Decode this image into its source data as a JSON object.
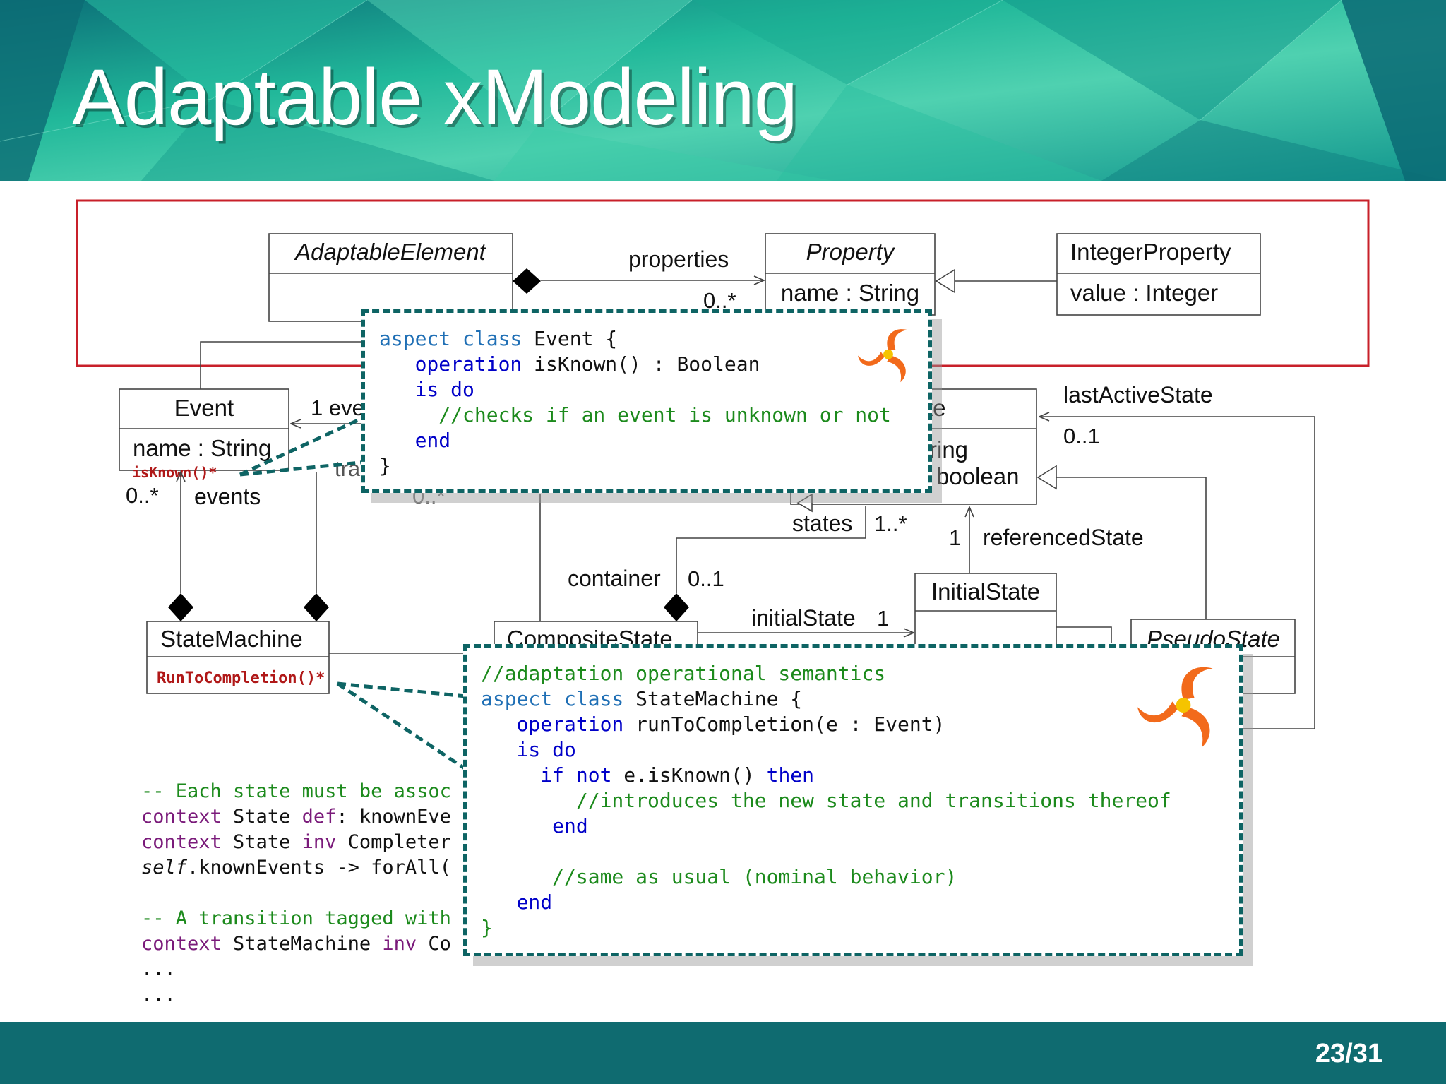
{
  "slide": {
    "title": "Adaptable xModeling",
    "page_number": "23/31"
  },
  "diagram": {
    "classes": {
      "adaptable_element": {
        "name": "AdaptableElement"
      },
      "property": {
        "name": "Property",
        "attribute": "name : String"
      },
      "integer_property": {
        "name": "IntegerProperty",
        "attribute": "value : Integer"
      },
      "event": {
        "name": "Event",
        "attribute": "name : String",
        "operation": "isKnown()*"
      },
      "state_machine": {
        "name": "StateMachine",
        "operation": "RunToCompletion()*"
      },
      "state_partial": {
        "name": "te",
        "attr1": "ring",
        "attr2": "boolean"
      },
      "composite_state": {
        "name": "CompositeState"
      },
      "initial_state": {
        "name": "InitialState"
      },
      "pseudo_state": {
        "name": "PseudoState"
      }
    },
    "labels": {
      "properties": "properties",
      "properties_mult": "0..*",
      "event_assoc": "1 eve",
      "event_mult": "0..*",
      "events": "events",
      "tra": "tra",
      "hidden_mult": "0..*",
      "last_active_state": "lastActiveState",
      "last_active_mult": "0..1",
      "states": "states",
      "states_mult": "1..*",
      "referenced_mult": "1",
      "referenced_state": "referencedState",
      "container": "container",
      "container_mult": "0..1",
      "initial_state_role": "initialState",
      "initial_state_mult": "1"
    }
  },
  "code_event": {
    "lines": [
      [
        [
          "aspect class",
          "kw2"
        ],
        [
          " Event {",
          "tx"
        ]
      ],
      [
        [
          "   operation",
          "kw"
        ],
        [
          " isKnown() : Boolean",
          "tx"
        ]
      ],
      [
        [
          "   is do",
          "kw"
        ]
      ],
      [
        [
          "     //checks if an event is unknown or not",
          "cm"
        ]
      ],
      [
        [
          "   end",
          "kw"
        ]
      ],
      [
        [
          "}",
          "tx"
        ]
      ]
    ]
  },
  "code_state_machine": {
    "lines": [
      [
        [
          "//adaptation operational semantics",
          "cm"
        ]
      ],
      [
        [
          "aspect class",
          "kw2"
        ],
        [
          " StateMachine {",
          "tx"
        ]
      ],
      [
        [
          "   operation",
          "kw"
        ],
        [
          " runToCompletion(e : Event)",
          "tx"
        ]
      ],
      [
        [
          "   is do",
          "kw"
        ]
      ],
      [
        [
          "     if not",
          "kw"
        ],
        [
          " e.isKnown() ",
          "tx"
        ],
        [
          "then",
          "kw"
        ]
      ],
      [
        [
          "        //introduces the new state and transitions thereof",
          "cm"
        ]
      ],
      [
        [
          "      end",
          "kw"
        ]
      ],
      [
        [
          "",
          "tx"
        ]
      ],
      [
        [
          "      //same as usual (nominal behavior)",
          "cm"
        ]
      ],
      [
        [
          "   end",
          "kw"
        ]
      ],
      [
        [
          "}",
          "cm"
        ]
      ]
    ]
  },
  "ocl": {
    "lines": [
      [
        [
          "-- Each state must be assoc",
          "cm"
        ]
      ],
      [
        [
          "context",
          "pu"
        ],
        [
          " State ",
          "tx"
        ],
        [
          "def",
          "pu"
        ],
        [
          ": knownEve",
          "tx"
        ]
      ],
      [
        [
          "context",
          "pu"
        ],
        [
          " State ",
          "tx"
        ],
        [
          "inv",
          "pu"
        ],
        [
          " Completer",
          "tx"
        ]
      ],
      [
        [
          "self",
          "tx"
        ],
        [
          ".knownEvents -> forAll(",
          "tx"
        ]
      ],
      [
        [
          "",
          "tx"
        ]
      ],
      [
        [
          "-- A transition tagged with",
          "cm"
        ]
      ],
      [
        [
          "context",
          "pu"
        ],
        [
          " StateMachine ",
          "tx"
        ],
        [
          "inv",
          "pu"
        ],
        [
          " Co",
          "tx"
        ]
      ],
      [
        [
          "...",
          "tx"
        ]
      ],
      [
        [
          "...",
          "tx"
        ]
      ]
    ]
  },
  "colors": {
    "header_teal": "#1ab59a",
    "footer_teal": "#0f6b70",
    "red_frame": "#c8202a",
    "dashed_border": "#0e6464",
    "operation_red": "#b01818",
    "logo_orange": "#f26a1b"
  }
}
